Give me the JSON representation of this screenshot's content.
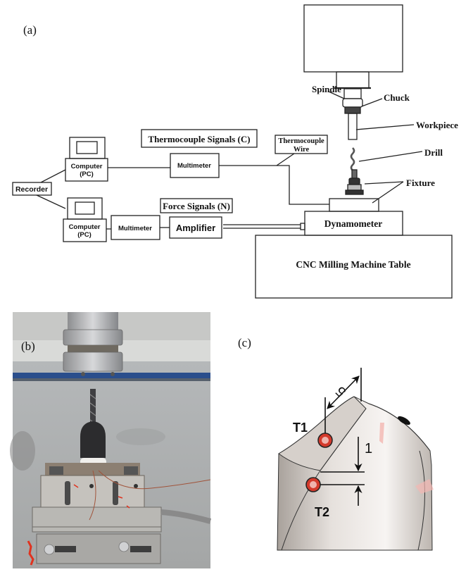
{
  "panel_a": {
    "label": "(a)",
    "labels": {
      "spindle": "Spindle",
      "chuck": "Chuck",
      "workpiece": "Workpiece",
      "drill": "Drill",
      "fixture": "Fixture",
      "thermocouple_signals": "Thermocouple Signals (C)",
      "thermocouple_wire_line1": "Thermocouple",
      "thermocouple_wire_line2": "Wire",
      "computer_top_line1": "Computer",
      "computer_top_line2": "(PC)",
      "computer_bottom_line1": "Computer",
      "computer_bottom_line2": "(PC)",
      "multimeter_top": "Multimeter",
      "multimeter_bottom": "Multimeter",
      "recorder": "Recorder",
      "force_signals": "Force Signals (N)",
      "amplifier": "Amplifier",
      "dynamometer": "Dynamometer",
      "cnc_table": "CNC Milling Machine Table"
    }
  },
  "panel_b": {
    "label": "(b)"
  },
  "panel_c": {
    "label": "(c)",
    "t1": "T1",
    "t2": "T2",
    "dim_5": "5",
    "dim_1": "1"
  },
  "colors": {
    "line": "#222222",
    "thermocouple_red": "#d33a2c",
    "photo_blue_rail": "#2a4e8c",
    "drill_gray": "#cfc9c4"
  }
}
